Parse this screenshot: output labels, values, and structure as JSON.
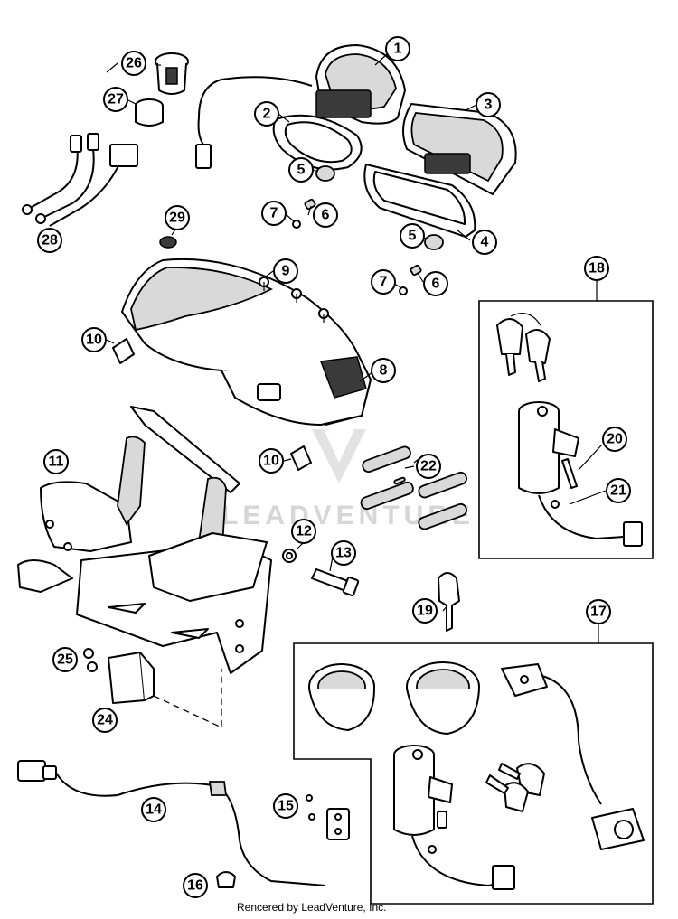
{
  "diagram": {
    "callouts": [
      "1",
      "2",
      "3",
      "4",
      "5",
      "6",
      "7",
      "8",
      "9",
      "10",
      "11",
      "12",
      "13",
      "14",
      "15",
      "16",
      "17",
      "18",
      "19",
      "20",
      "21",
      "22",
      "24",
      "25",
      "26",
      "27",
      "28",
      "29"
    ],
    "callouts_repeated": {
      "5": "5",
      "6": "6",
      "7": "7",
      "10": "10"
    }
  },
  "watermark": {
    "text": "LEADVENTURE"
  },
  "footer": {
    "text": "Rencered by LeadVenture, Inc."
  }
}
